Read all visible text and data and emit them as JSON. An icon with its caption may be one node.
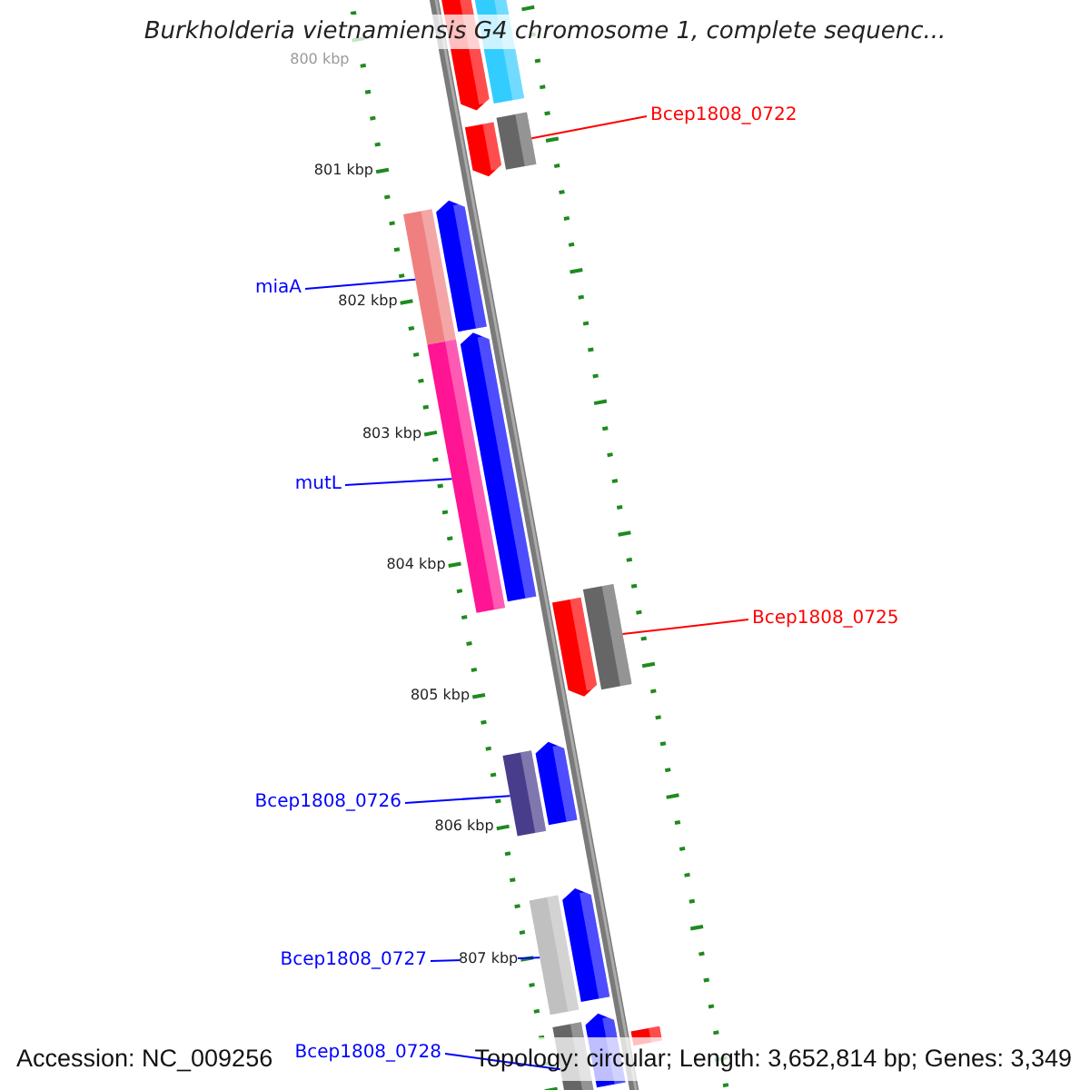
{
  "diagram": {
    "title": "Burkholderia vietnamiensis G4 chromosome 1, complete sequenc...",
    "nodes": [
      {
        "text": [
          "Bcep1808_0722"
        ]
      },
      {
        "text": [
          "miaA"
        ]
      },
      {
        "text": [
          "mutL"
        ]
      },
      {
        "text": [
          "Bcep1808_0725"
        ]
      },
      {
        "text": [
          "Bcep1808_0726"
        ]
      },
      {
        "text": [
          "Bcep1808_0727"
        ]
      },
      {
        "text": [
          "Bcep1808_0728"
        ]
      },
      {
        "text": [],
        "shape": "bar"
      },
      {
        "text": [],
        "shape": "bar"
      },
      {
        "text": [],
        "shape": "bar"
      },
      {
        "text": [],
        "shape": "bar"
      },
      {
        "text": [],
        "shape": "bar"
      },
      {
        "text": [],
        "shape": "bar"
      },
      {
        "text": [],
        "shape": "bar"
      },
      {
        "text": [],
        "shape": "bar"
      },
      {
        "text": [],
        "shape": "bar"
      },
      {
        "text": [],
        "shape": "bar"
      },
      {
        "text": [],
        "shape": "bar"
      },
      {
        "text": [],
        "shape": "bar"
      },
      {
        "text": [],
        "shape": "bar"
      },
      {
        "text": [],
        "shape": "bar"
      },
      {
        "text": [],
        "shape": "bar"
      },
      {
        "text": [],
        "shape": "bar"
      },
      {
        "text": [],
        "shape": "bar"
      }
    ],
    "edges": [
      {
        "from": 0,
        "to": 10,
        "arrow": "none",
        "color": "#ff0000"
      },
      {
        "from": 1,
        "to": 12,
        "arrow": "none"
      },
      {
        "from": 2,
        "to": 14,
        "arrow": "none"
      },
      {
        "from": 3,
        "to": 16,
        "arrow": "none",
        "color": "#ff0000"
      },
      {
        "from": 4,
        "to": 18,
        "arrow": "none"
      },
      {
        "from": 5,
        "to": 20,
        "arrow": "none"
      },
      {
        "from": 6,
        "to": 22,
        "arrow": "none"
      }
    ],
    "labels": [
      "800 kbp",
      "801 kbp",
      "802 kbp",
      "803 kbp",
      "804 kbp",
      "805 kbp",
      "806 kbp",
      "807 kbp",
      "Accession: NC_009256",
      "Topology: circular; Length: 3,652,814 bp; Genes: 3,349"
    ]
  }
}
